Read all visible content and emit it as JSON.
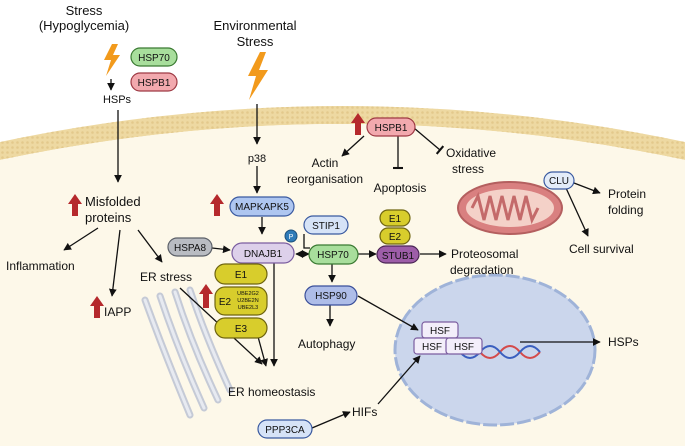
{
  "labels": {
    "stress_hypo_l1": "Stress",
    "stress_hypo_l2": "(Hypoglycemia)",
    "env_stress_l1": "Environmental",
    "env_stress_l2": "Stress",
    "hsps_top": "HSPs",
    "misfolded_l1": "Misfolded",
    "misfolded_l2": "proteins",
    "inflammation": "Inflammation",
    "iapp": "IAPP",
    "er_stress": "ER stress",
    "er_homeostasis": "ER homeostasis",
    "autophagy": "Autophagy",
    "p38": "p38",
    "actin_l1": "Actin",
    "actin_l2": "reorganisation",
    "apoptosis": "Apoptosis",
    "oxidative_l1": "Oxidative",
    "oxidative_l2": "stress",
    "proteosomal_l1": "Proteosomal",
    "proteosomal_l2": "degradation",
    "protein_folding_l1": "Protein",
    "protein_folding_l2": "folding",
    "cell_survival": "Cell survival",
    "hifs": "HIFs",
    "hsps_right": "HSPs",
    "phospho": "P"
  },
  "nodes": {
    "hsp70_top": "HSP70",
    "hspb1_top": "HSPB1",
    "mapkapk5": "MAPKAPK5",
    "hspa8": "HSPA8",
    "dnajb1": "DNAJB1",
    "stip1": "STIP1",
    "hsp70_mid": "HSP70",
    "e1_right": "E1",
    "e2_right": "E2",
    "stub1": "STUB1",
    "hspb1_mid": "HSPB1",
    "hsp90": "HSP90",
    "e1_left": "E1",
    "e2_left": "E2",
    "e2_sub1": "UBE2G2",
    "e2_sub2": "U2BE2N",
    "e2_sub3": "UBE2L3",
    "e3_left": "E3",
    "clu": "CLU",
    "ppp3ca": "PPP3CA",
    "hsf1": "HSF",
    "hsf2": "HSF",
    "hsf3": "HSF"
  },
  "colors": {
    "membrane": "#eed9a2",
    "cytoplasm": "#fdf8e9",
    "nucleus": "#cbd6ec",
    "green": "#a8de9c",
    "pink": "#f2a9ae",
    "blue": "#aec6f0",
    "lightblue": "#d6e3f7",
    "gray": "#b9bcc2",
    "yellow": "#d8cd2c",
    "purple": "#9d5da8",
    "lilac": "#d9c9ec",
    "red_arrow": "#b5292c",
    "lightning": "#f29a1c",
    "mito": "#d98080"
  }
}
